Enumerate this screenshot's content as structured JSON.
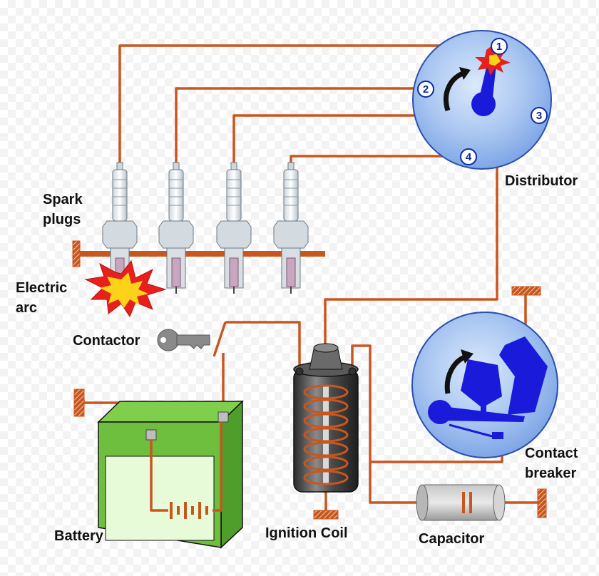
{
  "labels": {
    "spark_plugs_line1": "Spark",
    "spark_plugs_line2": "plugs",
    "electric_arc_line1": "Electric",
    "electric_arc_line2": "arc",
    "distributor": "Distributor",
    "contactor": "Contactor",
    "contact_breaker_line1": "Contact",
    "contact_breaker_line2": "breaker",
    "battery": "Battery",
    "ignition_coil": "Ignition Coil",
    "capacitor": "Capacitor"
  },
  "distributor_terminals": [
    "1",
    "2",
    "3",
    "4"
  ],
  "colors": {
    "wire": "#c8561f",
    "distributor_blue": "#1a1adb",
    "battery_green": "#6fbf3f",
    "arc_red": "#e8201c",
    "arc_yellow": "#ffd21a"
  }
}
